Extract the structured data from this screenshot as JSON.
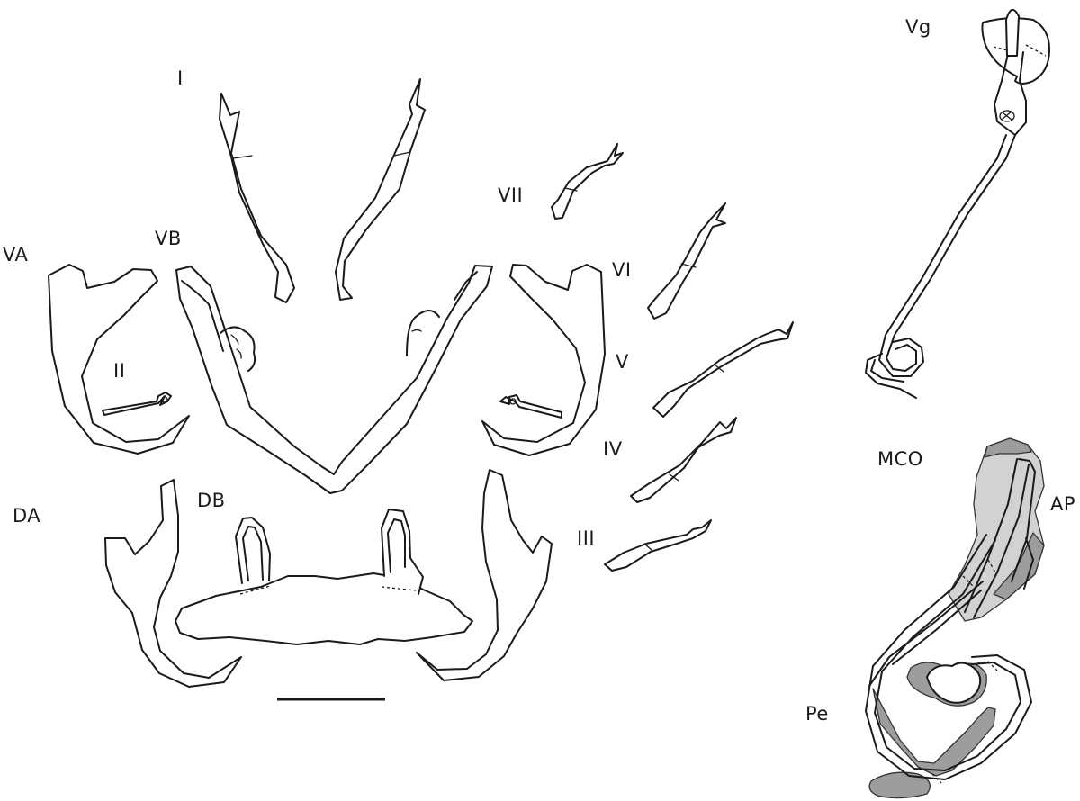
{
  "labels": {
    "hook_I": "I",
    "hook_II": "II",
    "hook_III": "III",
    "hook_IV": "IV",
    "hook_V": "V",
    "hook_VI": "VI",
    "hook_VII": "VII",
    "ventral_anchor": "VA",
    "ventral_bar": "VB",
    "dorsal_anchor": "DA",
    "dorsal_bar": "DB",
    "vagina": "Vg",
    "male_copulatory_organ": "MCO",
    "accessory_piece": "AP",
    "penis": "Pe"
  },
  "colors": {
    "line": "#1a1a1a",
    "dark_shading": "#9d9d9d",
    "light_shading": "#d2d2d2",
    "background": "#ffffff"
  }
}
